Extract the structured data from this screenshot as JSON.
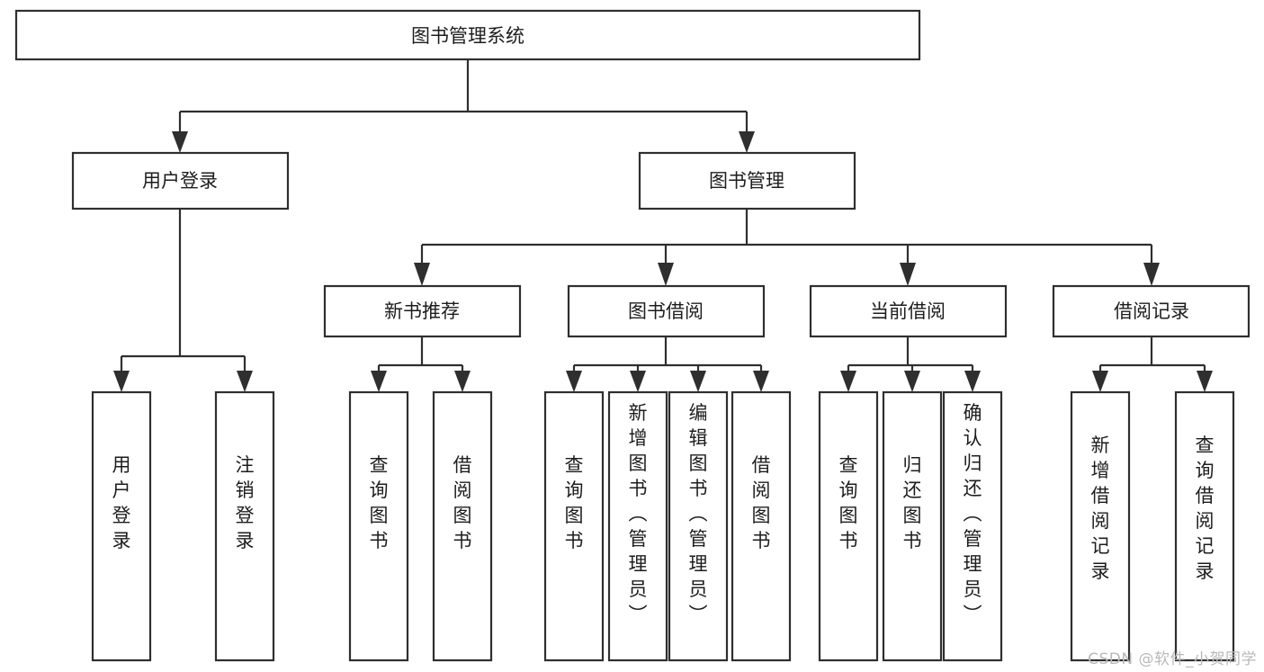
{
  "diagram": {
    "type": "tree-hierarchy",
    "title": "图书管理系统",
    "orientation": "top-down",
    "watermark": "CSDN @软件_小贺同学",
    "colors": {
      "box_fill": "#ffffff",
      "box_stroke": "#2f2f2f",
      "text": "#1d1d1d",
      "background": "#ffffff",
      "watermark": "#b9b9b9"
    },
    "nodes": {
      "root": {
        "label": "图书管理系统",
        "level": 0,
        "text_orientation": "horizontal"
      },
      "level1": [
        {
          "id": "user-login",
          "label": "用户登录",
          "text_orientation": "horizontal"
        },
        {
          "id": "book-manage",
          "label": "图书管理",
          "text_orientation": "horizontal"
        }
      ],
      "level2": [
        {
          "id": "new-book-recommend",
          "label": "新书推荐",
          "parent": "book-manage",
          "text_orientation": "horizontal"
        },
        {
          "id": "book-borrow",
          "label": "图书借阅",
          "parent": "book-manage",
          "text_orientation": "horizontal"
        },
        {
          "id": "current-borrow",
          "label": "当前借阅",
          "parent": "book-manage",
          "text_orientation": "horizontal"
        },
        {
          "id": "borrow-record",
          "label": "借阅记录",
          "parent": "book-manage",
          "text_orientation": "horizontal"
        }
      ],
      "leaves": [
        {
          "id": "leaf-user-login",
          "label": "用户登录",
          "parent": "user-login",
          "text_orientation": "vertical"
        },
        {
          "id": "leaf-logout-login",
          "label": "注销登录",
          "parent": "user-login",
          "text_orientation": "vertical"
        },
        {
          "id": "leaf-query-book-1",
          "label": "查询图书",
          "parent": "new-book-recommend",
          "text_orientation": "vertical"
        },
        {
          "id": "leaf-borrow-book-1",
          "label": "借阅图书",
          "parent": "new-book-recommend",
          "text_orientation": "vertical"
        },
        {
          "id": "leaf-query-book-2",
          "label": "查询图书",
          "parent": "book-borrow",
          "text_orientation": "vertical"
        },
        {
          "id": "leaf-add-book",
          "label": "新增图书（管理员）",
          "parent": "book-borrow",
          "text_orientation": "vertical"
        },
        {
          "id": "leaf-edit-book",
          "label": "编辑图书（管理员）",
          "parent": "book-borrow",
          "text_orientation": "vertical"
        },
        {
          "id": "leaf-borrow-book-2",
          "label": "借阅图书",
          "parent": "book-borrow",
          "text_orientation": "vertical"
        },
        {
          "id": "leaf-query-book-3",
          "label": "查询图书",
          "parent": "current-borrow",
          "text_orientation": "vertical"
        },
        {
          "id": "leaf-return-book",
          "label": "归还图书",
          "parent": "current-borrow",
          "text_orientation": "vertical"
        },
        {
          "id": "leaf-confirm-return",
          "label": "确认归还（管理员）",
          "parent": "current-borrow",
          "text_orientation": "vertical"
        },
        {
          "id": "leaf-add-record",
          "label": "新增借阅记录",
          "parent": "borrow-record",
          "text_orientation": "vertical"
        },
        {
          "id": "leaf-query-record",
          "label": "查询借阅记录",
          "parent": "borrow-record",
          "text_orientation": "vertical"
        }
      ]
    }
  }
}
